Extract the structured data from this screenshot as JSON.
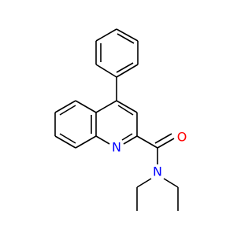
{
  "molecule": {
    "atoms": [
      {
        "id": "O1",
        "symbol": "O",
        "color": "#ff0000"
      },
      {
        "id": "N1",
        "symbol": "N",
        "color": "#0000ff"
      },
      {
        "id": "N2",
        "symbol": "N",
        "color": "#0000ff"
      }
    ],
    "bond_color": "#000000"
  }
}
